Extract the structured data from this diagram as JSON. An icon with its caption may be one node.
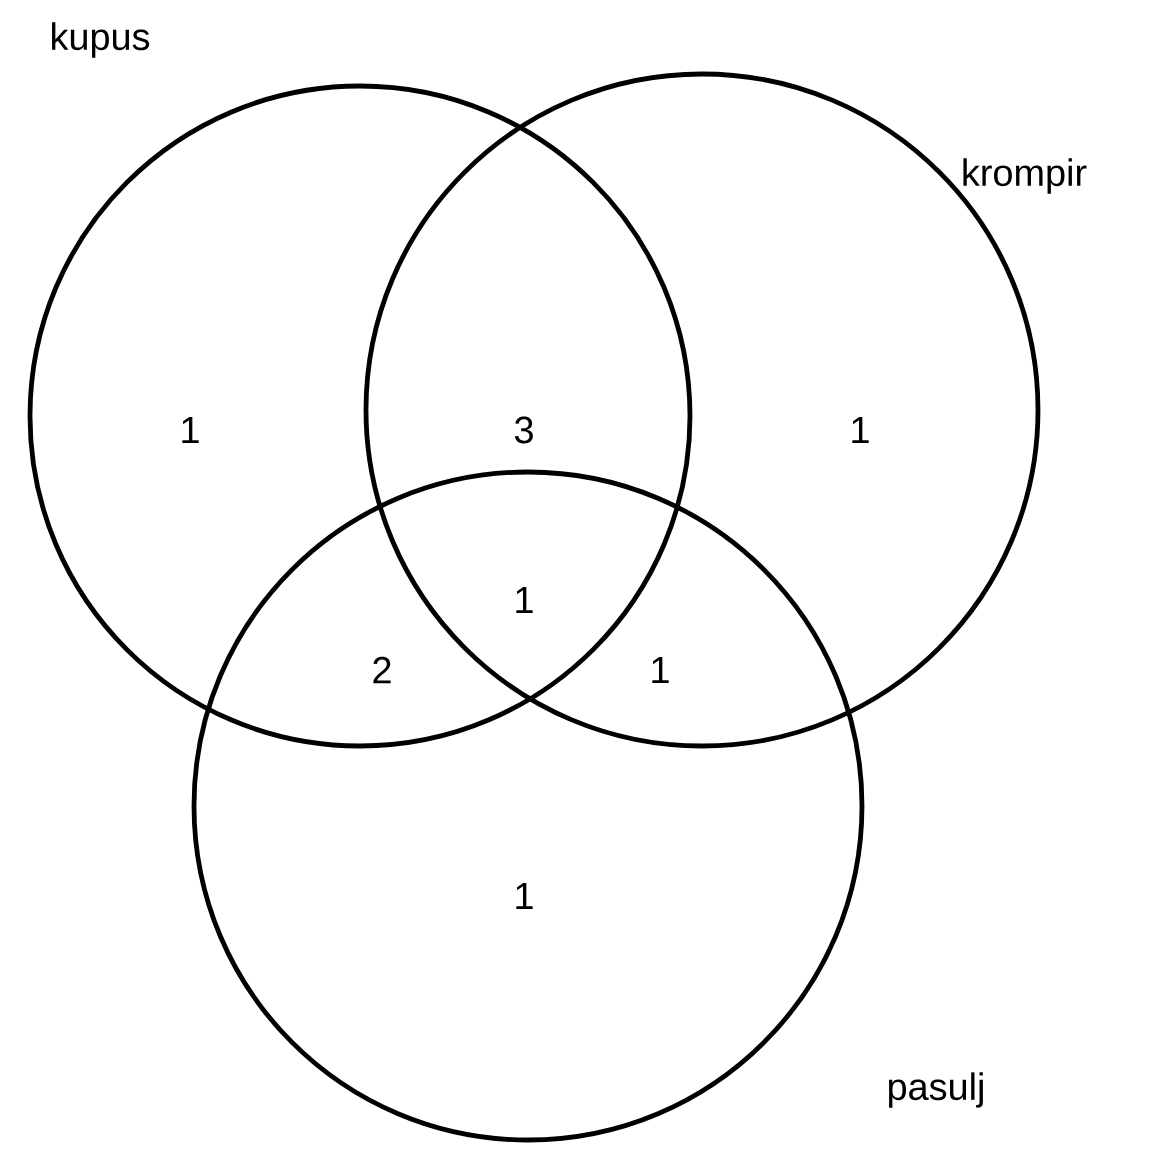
{
  "diagram": {
    "nodes": [
      {
        "text": [
          "kupus"
        ]
      },
      {
        "text": [
          "krompir"
        ]
      },
      {
        "text": [
          "pasulj"
        ]
      }
    ],
    "labels": [
      "1",
      "3",
      "1",
      "1",
      "2",
      "1",
      "1"
    ]
  }
}
